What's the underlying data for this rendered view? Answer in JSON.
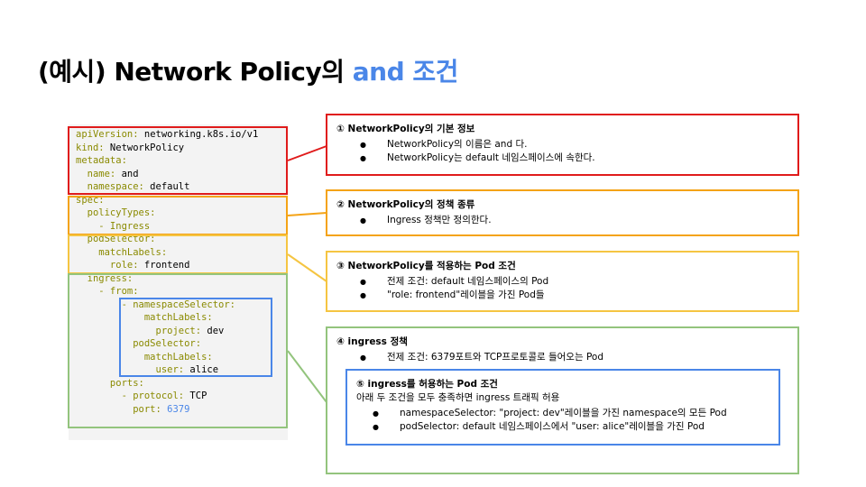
{
  "title": {
    "prefix": "(예시) Network Policy의 ",
    "accent": "and 조건"
  },
  "code": {
    "lines": [
      [
        "apiVersion:",
        " networking.k8s.io/v1"
      ],
      [
        "kind:",
        " NetworkPolicy"
      ],
      [
        "metadata:",
        ""
      ],
      [
        "  name:",
        " and"
      ],
      [
        "  namespace:",
        " default"
      ],
      [
        "spec:",
        ""
      ],
      [
        "  policyTypes:",
        ""
      ],
      [
        "    - Ingress",
        ""
      ],
      [
        "  podSelector:",
        ""
      ],
      [
        "    matchLabels:",
        ""
      ],
      [
        "      role:",
        " frontend"
      ],
      [
        "  ingress:",
        ""
      ],
      [
        "    - from:",
        ""
      ],
      [
        "        - namespaceSelector:",
        ""
      ],
      [
        "            matchLabels:",
        ""
      ],
      [
        "              project:",
        " dev"
      ],
      [
        "          podSelector:",
        ""
      ],
      [
        "            matchLabels:",
        ""
      ],
      [
        "              user:",
        " alice"
      ],
      [
        "      ports:",
        ""
      ],
      [
        "        - protocol:",
        " TCP"
      ],
      [
        "          port:",
        " 6379"
      ]
    ]
  },
  "boxes": {
    "b1": {
      "head": "① NetworkPolicy의 기본 정보",
      "items": [
        "NetworkPolicy의 이름은 and 다.",
        "NetworkPolicy는 default 네임스페이스에 속한다."
      ]
    },
    "b2": {
      "head": "② NetworkPolicy의 정책 종류",
      "items": [
        "Ingress 정책만 정의한다."
      ]
    },
    "b3": {
      "head": "③ NetworkPolicy를 적용하는 Pod 조건",
      "items": [
        "전제 조건: default 네임스페이스의 Pod",
        "\"role: frontend\"레이블을 가진 Pod들"
      ]
    },
    "b4": {
      "head": "④ ingress 정책",
      "items": [
        "전제 조건: 6379포트와 TCP프로토콜로 들어오는 Pod"
      ]
    },
    "b5": {
      "head": "⑤ ingress를 허용하는 Pod 조건",
      "sub": "아래 두 조건을 모두 충족하면 ingress 트래픽 허용",
      "items": [
        "namespaceSelector: \"project: dev\"레이블을 가진 namespace의 모든 Pod",
        "podSelector: default 네임스페이스에서 \"user: alice\"레이블을 가진 Pod"
      ]
    }
  },
  "colors": {
    "red": "#e01b1b",
    "orange": "#f4a316",
    "yellow": "#f5c542",
    "green": "#93c47d",
    "blue": "#4a86e8",
    "key": "#8a8a00"
  }
}
